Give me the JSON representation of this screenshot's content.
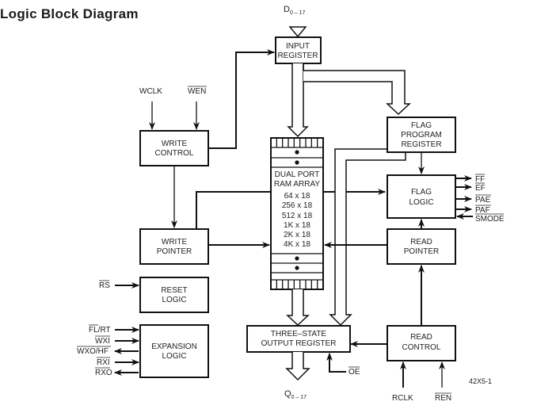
{
  "title": "Logic Block Diagram",
  "figure_id": "42X5-1",
  "bus_in": {
    "main": "D",
    "sub": "0 – 17"
  },
  "bus_out": {
    "main": "Q",
    "sub": "0 – 17"
  },
  "blocks": {
    "input_register": [
      "INPUT",
      "REGISTER"
    ],
    "write_control": [
      "WRITE",
      "CONTROL"
    ],
    "write_pointer": [
      "WRITE",
      "POINTER"
    ],
    "reset_logic": [
      "RESET",
      "LOGIC"
    ],
    "expansion_logic": [
      "EXPANSION",
      "LOGIC"
    ],
    "ram": {
      "title": [
        "DUAL PORT",
        "RAM ARRAY"
      ],
      "sizes": [
        "64 x 18",
        "256 x 18",
        "512 x 18",
        "1K x 18",
        "2K x 18",
        "4K x 18"
      ]
    },
    "output_register": [
      "THREE–STATE",
      "OUTPUT REGISTER"
    ],
    "flag_program_register": [
      "FLAG",
      "PROGRAM",
      "REGISTER"
    ],
    "flag_logic": [
      "FLAG",
      "LOGIC"
    ],
    "read_pointer": [
      "READ",
      "POINTER"
    ],
    "read_control": [
      "READ",
      "CONTROL"
    ]
  },
  "signals": {
    "wclk": "WCLK",
    "wen": "WEN",
    "rs": "RS",
    "fl_rt": "FL/RT",
    "wxi": "WXI",
    "wxo_hf": "WXO/HF",
    "rxi": "RXI",
    "rxo": "RXO",
    "oe": "OE",
    "rclk": "RCLK",
    "ren": "REN",
    "ff": "FF",
    "ef": "EF",
    "pae": "PAE",
    "paf": "PAF",
    "smode": "SMODE"
  }
}
